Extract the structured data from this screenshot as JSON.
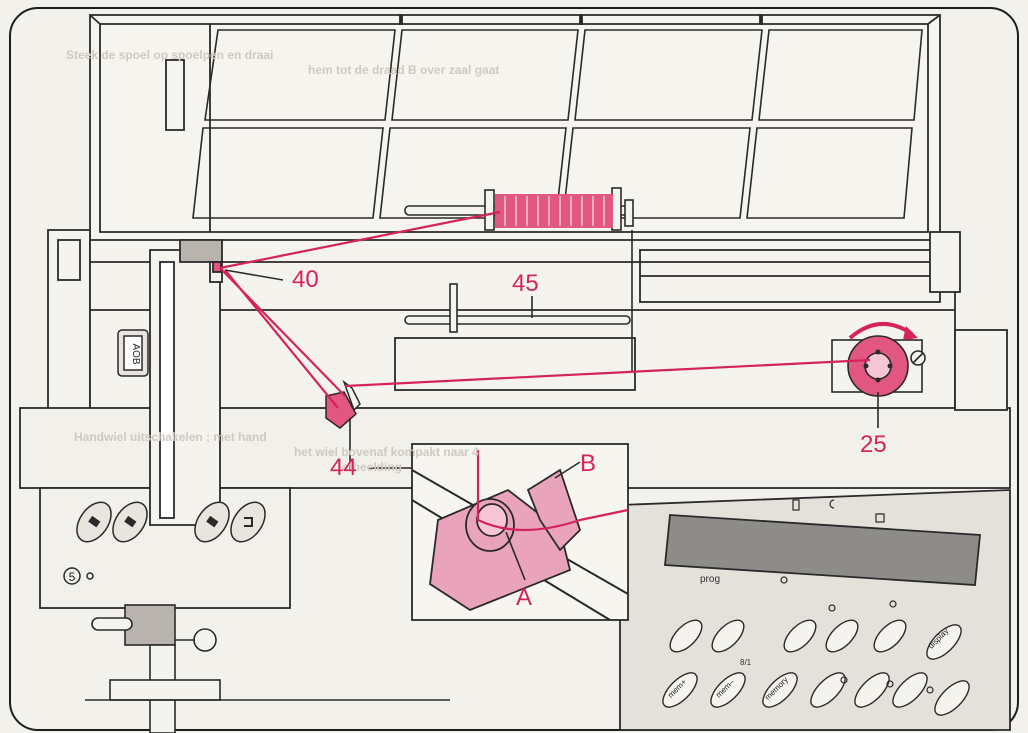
{
  "callouts": {
    "c40": "40",
    "c45": "45",
    "c44": "44",
    "c25": "25",
    "inset_a": "A",
    "inset_b": "B"
  },
  "machine": {
    "dial_label": "AOB",
    "foot_symbol": "5",
    "panel_prog": "prog",
    "panel_display": "display",
    "btn_mem_plus": "mem+",
    "btn_mem_minus": "mem–",
    "btn_memory": "memory",
    "btn_mem_suffix": "8/1"
  },
  "show_through_text": {
    "line1": "Steek de spoel op spoelpen en draai",
    "line2": "hem tot de draad B over zaal gaat",
    "line3": "Handwiel uitschakelen ; met hand",
    "line4": "het wiel bovenaf kompakt naar 4",
    "line5": "afbeelding"
  },
  "colors": {
    "thread": "#d4245a",
    "line": "#2a2a2a",
    "paper": "#f3f1ec",
    "panel": "#e4e1db",
    "display": "#8e8c88"
  }
}
